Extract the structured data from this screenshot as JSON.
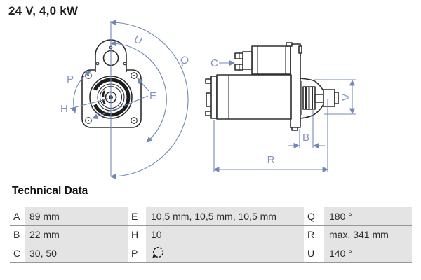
{
  "title": "24 V, 4,0 kW",
  "diagram": {
    "front_labels": {
      "u": "U",
      "q": "Q",
      "p": "P",
      "h": "H",
      "e": "E"
    },
    "side_labels": {
      "c": "C",
      "a": "A",
      "b": "B",
      "r": "R"
    }
  },
  "table": {
    "heading": "Technical Data",
    "rows": [
      {
        "c1": {
          "key": "A",
          "value": "89 mm"
        },
        "c2": {
          "key": "E",
          "value": "10,5 mm, 10,5 mm, 10,5 mm"
        },
        "c3": {
          "key": "Q",
          "value": "180 °"
        }
      },
      {
        "c1": {
          "key": "B",
          "value": "22 mm"
        },
        "c2": {
          "key": "H",
          "value": "10"
        },
        "c3": {
          "key": "R",
          "value": "max. 341 mm"
        }
      },
      {
        "c1": {
          "key": "C",
          "value": "30, 50"
        },
        "c2": {
          "key": "P",
          "value": "",
          "icon": "rotation-direction-icon"
        },
        "c3": {
          "key": "U",
          "value": "140 °"
        }
      }
    ]
  },
  "colors": {
    "background": "#ffffff",
    "drawing_line": "#2e2e2e",
    "dimension_blue": "#6f88b6",
    "label_blue": "#8494c0",
    "table_cell_gray": "#e4e4e4",
    "table_border_gray": "#979797",
    "text_dark": "#2b2b2b"
  }
}
